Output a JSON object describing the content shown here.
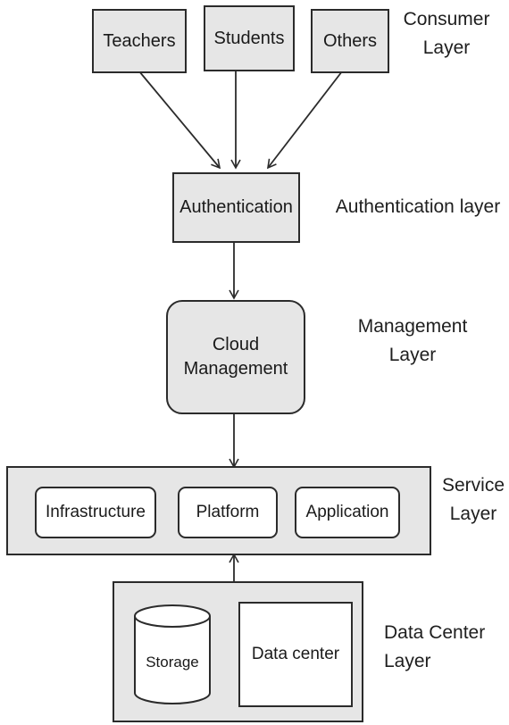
{
  "consumers": {
    "teachers": "Teachers",
    "students": "Students",
    "others": "Others"
  },
  "authentication": {
    "label": "Authentication"
  },
  "management": {
    "line1": "Cloud",
    "line2": "Management"
  },
  "services": {
    "infrastructure": "Infrastructure",
    "platform": "Platform",
    "application": "Application"
  },
  "data_center_layer": {
    "storage": "Storage",
    "data_center": "Data center"
  },
  "layer_labels": {
    "consumer": {
      "line1": "Consumer",
      "line2": "Layer"
    },
    "authentication": "Authentication layer",
    "management": {
      "line1": "Management",
      "line2": "Layer"
    },
    "service": {
      "line1": "Service",
      "line2": "Layer"
    },
    "data_center": {
      "line1": "Data Center",
      "line2": "Layer"
    }
  },
  "colors": {
    "box_fill": "#e6e6e6",
    "stroke": "#2b2b2b"
  }
}
